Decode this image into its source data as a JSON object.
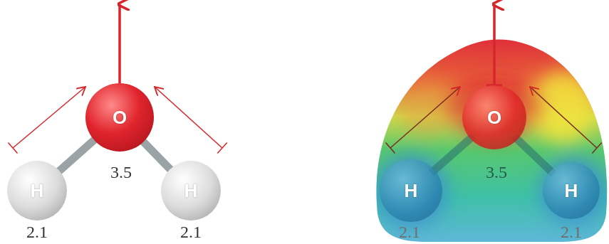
{
  "diagram": {
    "nodes": [
      {
        "text": [
          "O"
        ]
      },
      {
        "text": [
          "H"
        ]
      },
      {
        "text": [
          "H"
        ]
      },
      {
        "text": [
          "O"
        ]
      },
      {
        "text": [
          "H"
        ]
      },
      {
        "text": [
          "H"
        ]
      }
    ],
    "edges": [
      {
        "from": 0,
        "to": 1,
        "arrow": "none"
      },
      {
        "from": 0,
        "to": 2,
        "arrow": "none"
      },
      {
        "from": 3,
        "to": 4,
        "arrow": "none"
      },
      {
        "from": 3,
        "to": 5,
        "arrow": "none"
      }
    ],
    "labels": [
      "3.5",
      "2.1",
      "2.1",
      "3.5",
      "2.1",
      "2.1"
    ]
  }
}
